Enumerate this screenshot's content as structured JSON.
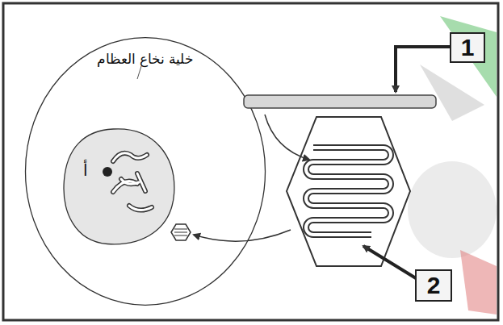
{
  "diagram": {
    "nodes": [
      {
        "text": [
          "خلية نخاع العظام"
        ]
      },
      {
        "text": [
          "أ"
        ],
        "in": 0
      }
    ],
    "labels": [
      "1",
      "2"
    ]
  }
}
